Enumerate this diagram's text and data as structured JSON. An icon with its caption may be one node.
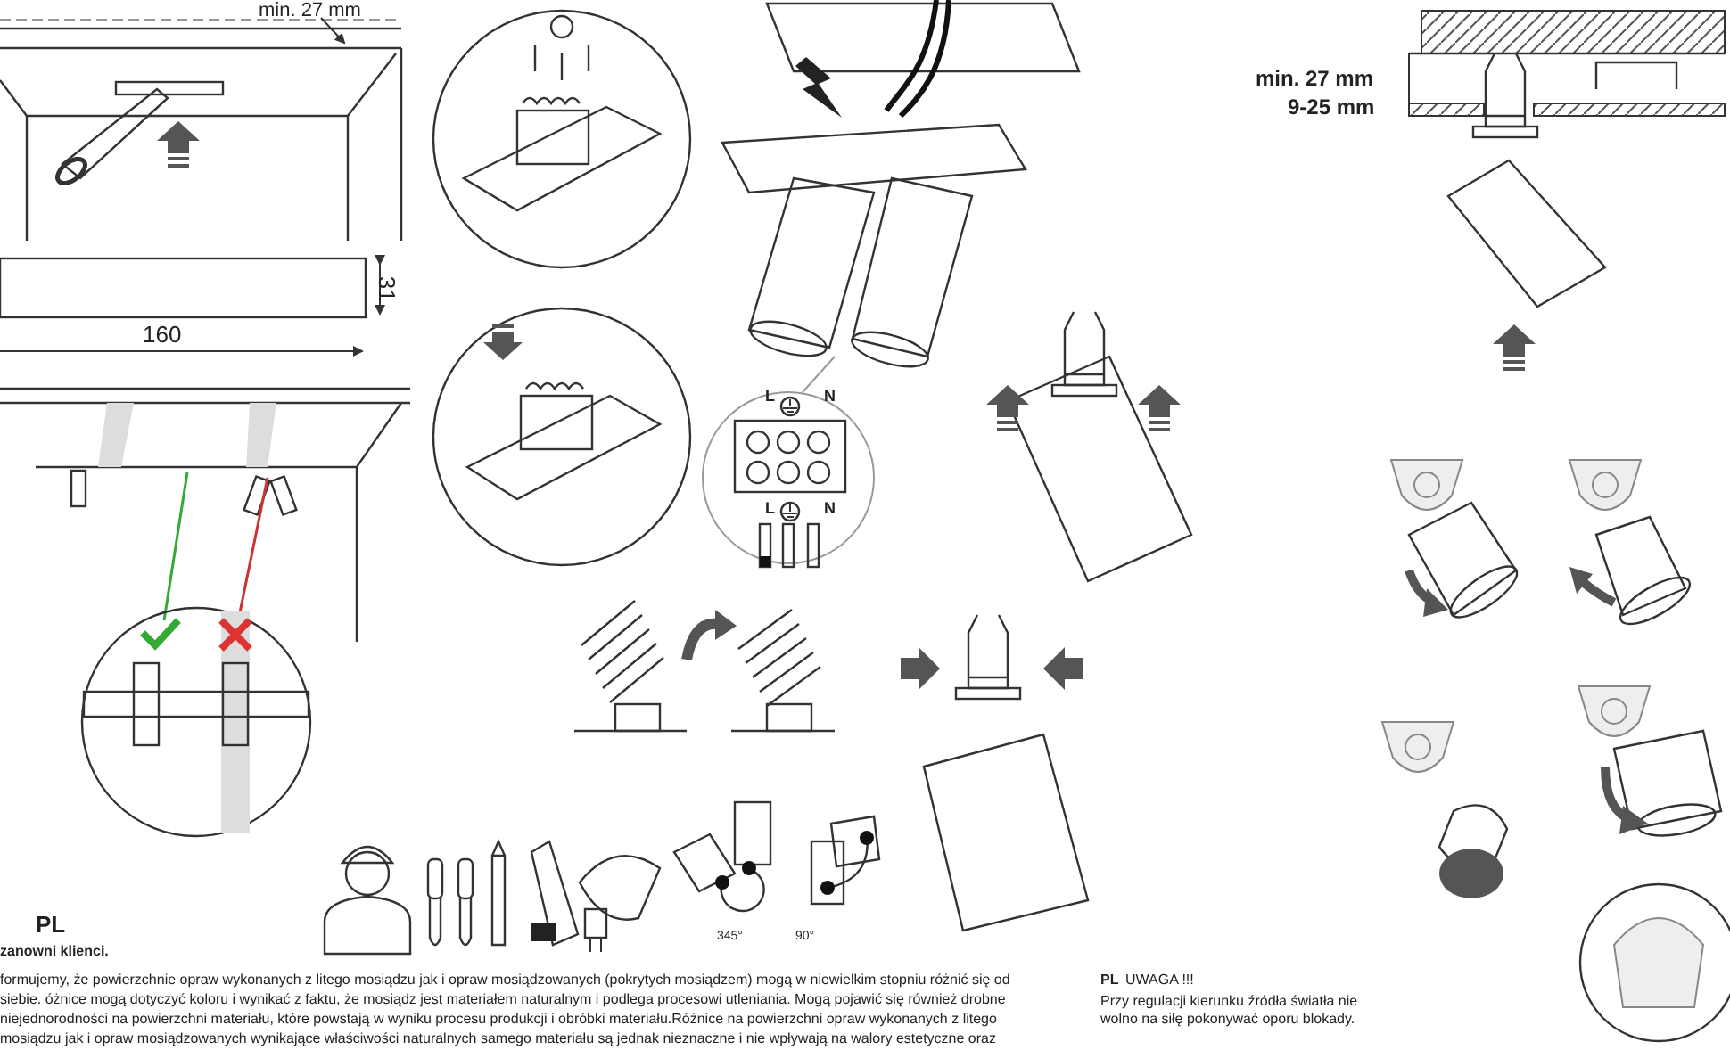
{
  "diagram": {
    "labels": [
      "min. 27 mm",
      "31",
      "160",
      "L",
      "N",
      "L",
      "N",
      "345°",
      "90°",
      "min. 27 mm",
      "9-25 mm",
      "PL",
      "zanowni klienci.",
      "formujemy, że powierzchnie opraw wykonanych z litego mosiądzu jak i opraw mosiądzowanych (pokrytych mosiądzem) mogą w niewielkim stopniu różnić się od siebie. óżnice mogą dotyczyć koloru i wynikać z faktu, że mosiądz jest materiałem naturalnym i podlega procesowi utleniania. Mogą pojawić się również drobne niejednorodności na powierzchni materiału, które powstają w wyniku procesu produkcji i obróbki materiału.Różnice na powierzchni opraw wykonanych z litego mosiądzu jak i opraw mosiądzowanych wynikające właściwości naturalnych samego materiału są jednak nieznaczne i nie wpływają na walory estetyczne oraz użytkowe opraw.",
      "PL",
      "UWAGA !!!",
      "Przy regulacji kierunku źródła światła nie wolno na siłę pokonywać oporu blokady."
    ]
  }
}
